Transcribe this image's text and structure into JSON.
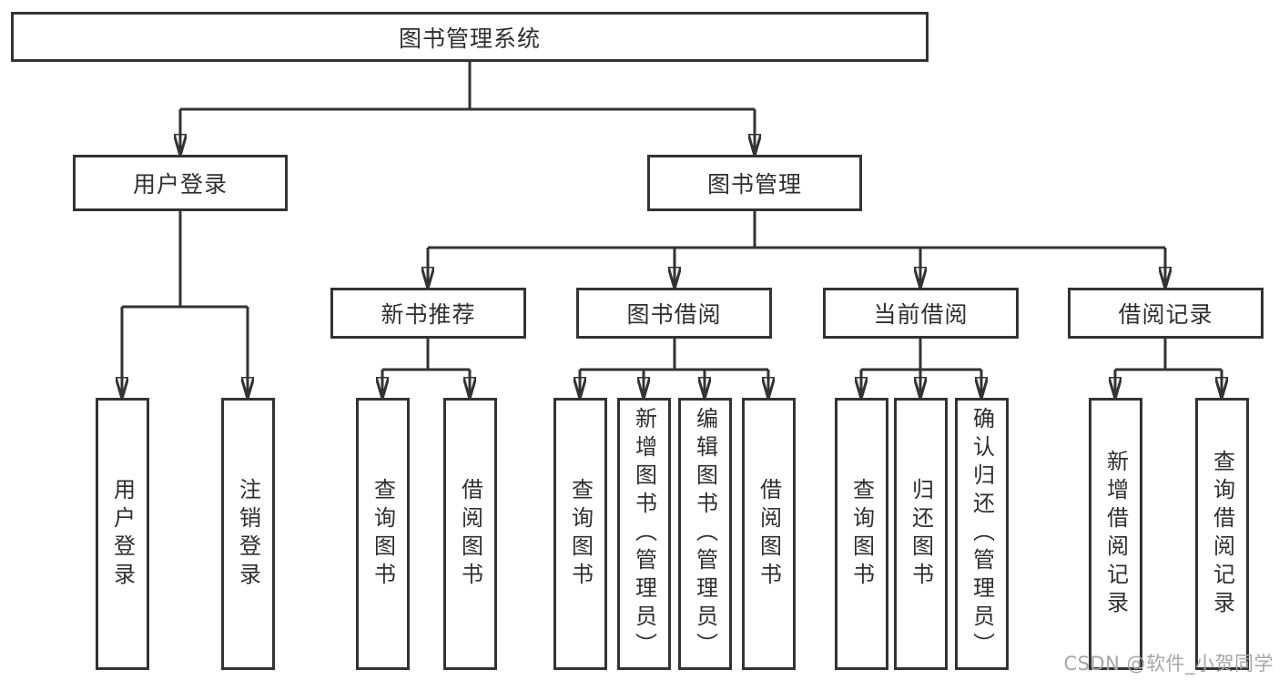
{
  "diagram": {
    "root": {
      "label": "图书管理系统"
    },
    "level2": [
      {
        "label": "用户登录"
      },
      {
        "label": "图书管理"
      }
    ],
    "level3": [
      {
        "label": "新书推荐"
      },
      {
        "label": "图书借阅"
      },
      {
        "label": "当前借阅"
      },
      {
        "label": "借阅记录"
      }
    ],
    "leaves": {
      "user_login": [
        {
          "label": "用户登录"
        },
        {
          "label": "注销登录"
        }
      ],
      "new_book": [
        {
          "label": "查询图书"
        },
        {
          "label": "借阅图书"
        }
      ],
      "book_borrow": [
        {
          "label": "查询图书"
        },
        {
          "label": "新增图书（管理员）"
        },
        {
          "label": "编辑图书（管理员）"
        },
        {
          "label": "借阅图书"
        }
      ],
      "current_borrow": [
        {
          "label": "查询图书"
        },
        {
          "label": "归还图书"
        },
        {
          "label": "确认归还（管理员）"
        }
      ],
      "borrow_record": [
        {
          "label": "新增借阅记录"
        },
        {
          "label": "查询借阅记录"
        }
      ]
    },
    "colors": {
      "line": "#333333",
      "border": "#333333",
      "text": "#2f2f2f",
      "watermark": "#a6a6a6",
      "background": "#ffffff"
    }
  },
  "watermark": {
    "text": "CSDN @软件_小贺同学"
  }
}
